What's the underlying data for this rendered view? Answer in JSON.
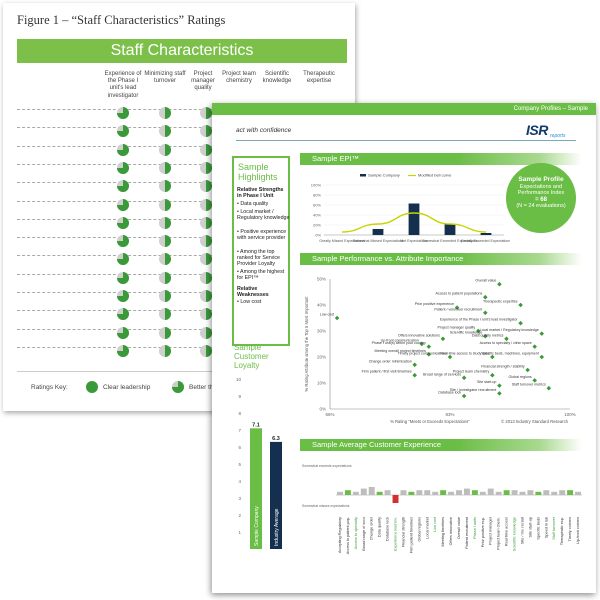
{
  "back_page": {
    "figure_title": "Figure 1 – “Staff Characteristics” Ratings",
    "banner": "Staff Characteristics",
    "columns": [
      "Experience of the Phase I unit's lead investigator",
      "Minimizing staff turnover",
      "Project manager quality",
      "Project team chemistry",
      "Scientific knowledge",
      "Therapeutic expertise"
    ],
    "pie_column_fills": [
      0.75,
      0.5,
      0.5
    ],
    "ratings_key": {
      "label": "Ratings Key:",
      "items": [
        "Clear leadership",
        "Better than most"
      ]
    }
  },
  "front_page": {
    "top_bar": "Company Profiles – Sample",
    "tagline": "act with confidence",
    "logo": "ISR",
    "logo_sub": "reports",
    "highlights": {
      "title_1": "Sample",
      "title_2": "Highlights",
      "strengths_heading_1": "Relative Strengths",
      "strengths_heading_2": "in Phase I Unit",
      "strengths": [
        "• Data quality",
        "• Local market / Regulatory knowledge",
        "• Positive experience with service provider",
        "• Among the top ranked for Service Provider Loyalty",
        "• Among the highest for EPI™"
      ],
      "weaknesses_heading_1": "Relative",
      "weaknesses_heading_2": "Weaknesses",
      "weaknesses": [
        "• Low cost"
      ]
    },
    "loyalty": {
      "title_1": "Sample",
      "title_2": "Customer",
      "title_3": "Loyalty",
      "y_ticks": [
        "10",
        "9",
        "8",
        "7",
        "6",
        "5",
        "4",
        "3",
        "2",
        "1"
      ],
      "bars": [
        {
          "label": "Sample Company",
          "value": 7.1,
          "value_label": "7.1",
          "color": "#6abd45"
        },
        {
          "label": "Industry Average",
          "value": 6.3,
          "value_label": "6.3",
          "color": "#15304f"
        }
      ]
    },
    "epi": {
      "banner": "Sample EPI™",
      "box_line_1": "Sample Profile",
      "box_line_2": "Expectations and",
      "box_line_3": "Performance Index",
      "box_line_4": "= 68",
      "box_line_5": "(N = 24 evaluations)"
    },
    "performance": {
      "banner": "Sample Performance vs. Attribute Importance",
      "copyright": "© 2013 Industry Standard Research",
      "xlabel": "% Rating \"Meets or Exceeds Expectations\"",
      "ylabel": "% Rating Attribute among the Top 5 Most Important"
    },
    "average": {
      "banner": "Sample Average Customer Experience",
      "row_labels": [
        "Somewhat exceeds expectations",
        "Somewhat misses expectations"
      ]
    }
  },
  "chart_data": [
    {
      "type": "bar",
      "title": "",
      "categories": [
        "Greatly Missed Expectations",
        "Somewhat Missed Expectations",
        "Met Expectations",
        "Somewhat Exceeded Expectations",
        "Greatly Exceeded Expectations"
      ],
      "series": [
        {
          "name": "Sample Company",
          "values": [
            0,
            12,
            63,
            21,
            4
          ],
          "color": "#15304f"
        },
        {
          "name": "Modified bell curve",
          "type": "line",
          "values": [
            6,
            22,
            44,
            22,
            6
          ],
          "color": "#c8d400"
        }
      ],
      "y_ticks": [
        "100%",
        "80%",
        "60%",
        "40%",
        "20%",
        "0%"
      ],
      "ylim": [
        0,
        100
      ]
    },
    {
      "type": "scatter",
      "title": "",
      "xlim": [
        66,
        100
      ],
      "ylim": [
        0,
        50
      ],
      "x_ticks": [
        "66%",
        "83%",
        "100%"
      ],
      "y_ticks": [
        "50%",
        "40%",
        "30%",
        "20%",
        "10%",
        "0%"
      ],
      "points": [
        {
          "label": "Overall value",
          "x": 90,
          "y": 48
        },
        {
          "label": "Access to patient populations",
          "x": 88,
          "y": 43
        },
        {
          "label": "Therapeutic expertise",
          "x": 93,
          "y": 40
        },
        {
          "label": "Prior positive experience",
          "x": 84,
          "y": 39
        },
        {
          "label": "Patient / volunteer recruitment",
          "x": 88,
          "y": 37
        },
        {
          "label": "Low cost",
          "x": 67,
          "y": 35
        },
        {
          "label": "Experience of the Phase I unit's lead investigator",
          "x": 93,
          "y": 33
        },
        {
          "label": "Project manager quality",
          "x": 87,
          "y": 30
        },
        {
          "label": "Local market / Regulatory knowledge",
          "x": 96,
          "y": 29
        },
        {
          "label": "Scientific knowledge",
          "x": 88,
          "y": 28
        },
        {
          "label": "Offers innovative solutions",
          "x": 82,
          "y": 27
        },
        {
          "label": "Data quality metrics",
          "x": 91,
          "y": 27
        },
        {
          "label": "Up-front communication",
          "x": 79,
          "y": 25
        },
        {
          "label": "Phase I unit(s) within your country",
          "x": 80,
          "y": 24
        },
        {
          "label": "Access to specialty / clinic space",
          "x": 95,
          "y": 24
        },
        {
          "label": "Meeting overall project timelines",
          "x": 80,
          "y": 21
        },
        {
          "label": "Timely project communications",
          "x": 83,
          "y": 20
        },
        {
          "label": "Real-time access to study data",
          "x": 89,
          "y": 20
        },
        {
          "label": "Specific beds, machines, equipment",
          "x": 96,
          "y": 20
        },
        {
          "label": "Change order minimization",
          "x": 78,
          "y": 17
        },
        {
          "label": "Financial strength / stability",
          "x": 94,
          "y": 15
        },
        {
          "label": "Firm patient / first visit timelines",
          "x": 78,
          "y": 13
        },
        {
          "label": "Broad range of services",
          "x": 85,
          "y": 12
        },
        {
          "label": "Project team chemistry",
          "x": 89,
          "y": 13
        },
        {
          "label": "Global regions",
          "x": 95,
          "y": 11
        },
        {
          "label": "Site start-up",
          "x": 90,
          "y": 9
        },
        {
          "label": "Staff turnover metrics",
          "x": 97,
          "y": 8
        },
        {
          "label": "Database lock",
          "x": 85,
          "y": 5
        },
        {
          "label": "Site / Investigator recruitment",
          "x": 90,
          "y": 6
        }
      ]
    },
    {
      "type": "bar",
      "title": "",
      "categories": [
        "Accepting Regulatory",
        "Access to patient pop.",
        "Access to specialty",
        "Broad range of svcs",
        "Change order",
        "Data quality",
        "Database lock",
        "Experience lead inv.",
        "Financial strength",
        "Firm patient timelines",
        "Global regions",
        "Local market",
        "Low cost",
        "Meeting timelines",
        "Offers innovative",
        "Overall value",
        "Patient recruitment",
        "Phase I units",
        "Prior positive exp.",
        "Project manager",
        "Project team chem.",
        "Real-time access",
        "Scientific knowledge",
        "Site / Inv. recruit",
        "Site start-up",
        "Specific beds",
        "Speed in lab",
        "Staff turnover",
        "Therapeutic exp.",
        "Timely comms",
        "Up-front comms"
      ],
      "series": [
        {
          "name": "Sample Company",
          "values": [
            0.2,
            0.3,
            0.2,
            0.4,
            0.5,
            0.2,
            0.3,
            -0.5,
            0.3,
            0.2,
            0.3,
            0.3,
            0.2,
            0.3,
            0.2,
            0.3,
            0.4,
            0.3,
            0.2,
            0.4,
            0.2,
            0.3,
            0.3,
            0.2,
            0.3,
            0.2,
            0.3,
            0.2,
            0.3,
            0.3,
            0.2
          ]
        }
      ],
      "ylim": [
        -1,
        1
      ]
    }
  ]
}
